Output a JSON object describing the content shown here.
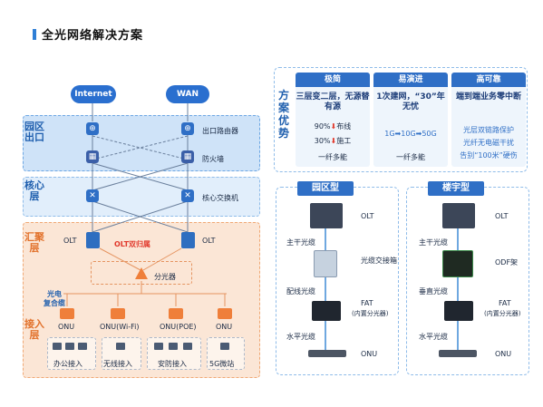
{
  "header": {
    "title": "全光网络解决方案"
  },
  "left": {
    "clouds": {
      "internet": "Internet",
      "wan": "WAN"
    },
    "zones": {
      "park_exit": "园区出口",
      "core": "核心层",
      "aggregation": "汇聚层",
      "access": "接入层"
    },
    "labels": {
      "exit_router": "出口路由器",
      "firewall": "防火墙",
      "core_switch": "核心交换机",
      "olt_left": "OLT",
      "olt_right": "OLT",
      "olt_dual": "OLT双归属",
      "splitter": "分光器",
      "composite_cable": "光电\n复合缆"
    },
    "onus": [
      "ONU",
      "ONU(Wi-Fi)",
      "ONU(POE)",
      "ONU"
    ],
    "access_types": [
      "办公接入",
      "无线接入",
      "安防接入",
      "5G微站"
    ]
  },
  "advantages": {
    "side_label": "方案优势",
    "columns": [
      {
        "head": "极简",
        "main": "三层变二层，无源替有源",
        "line1": "90%",
        "line1b": "布线",
        "line2": "30%",
        "line2b": "施工",
        "line3": "一纤多能"
      },
      {
        "head": "易演进",
        "main": "1次建网，“30”年无忧",
        "evo": "1G➡10G➡50G",
        "line3": "一纤多能"
      },
      {
        "head": "高可靠",
        "main": "端到端业务零中断",
        "line1": "光层双链路保护",
        "line2": "光纤无电磁干扰",
        "line3": "告别“100米”硬伤"
      }
    ]
  },
  "types": {
    "park": {
      "head": "园区型",
      "labels": [
        "OLT",
        "主干光缆",
        "光缆交接箱",
        "配线光缆",
        "FAT",
        "(内置分光器)",
        "水平光缆",
        "ONU"
      ]
    },
    "building": {
      "head": "楼宇型",
      "labels": [
        "OLT",
        "主干光缆",
        "ODF架",
        "垂直光缆",
        "FAT",
        "(内置分光器)",
        "水平光缆",
        "ONU"
      ]
    }
  }
}
